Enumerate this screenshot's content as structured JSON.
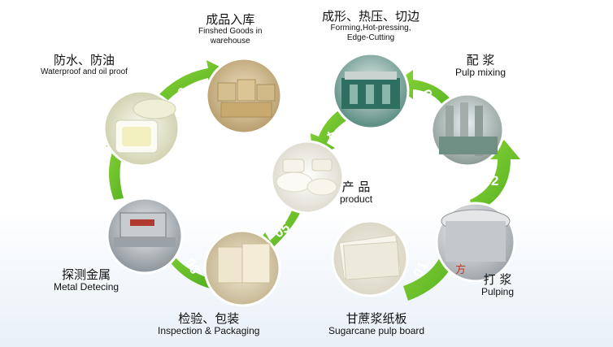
{
  "center": {
    "zh": "产 品",
    "en": "product"
  },
  "steps": [
    {
      "number": "01",
      "zh": "甘蔗浆纸板",
      "en": "Sugarcane pulp board"
    },
    {
      "number": "02",
      "zh": "打 浆",
      "en": "Pulping"
    },
    {
      "number": "03",
      "zh": "配 浆",
      "en": "Pulp mixing"
    },
    {
      "number": "04",
      "zh": "成形、热压、切边",
      "en1": "Forming,Hot-pressing,",
      "en2": "Edge-Cutting"
    },
    {
      "number": "05"
    },
    {
      "number": "06",
      "zh": "检验、包装",
      "en": "Inspection & Packaging"
    },
    {
      "number": "07",
      "zh": "探测金属",
      "en": "Metal Detecing"
    },
    {
      "number": "08",
      "zh": "防水、防油",
      "en": "Waterproof and oil proof"
    },
    {
      "zh": "成品入库",
      "en1": "Finshed Goods in",
      "en2": "warehouse"
    }
  ],
  "photo_caption": "方"
}
